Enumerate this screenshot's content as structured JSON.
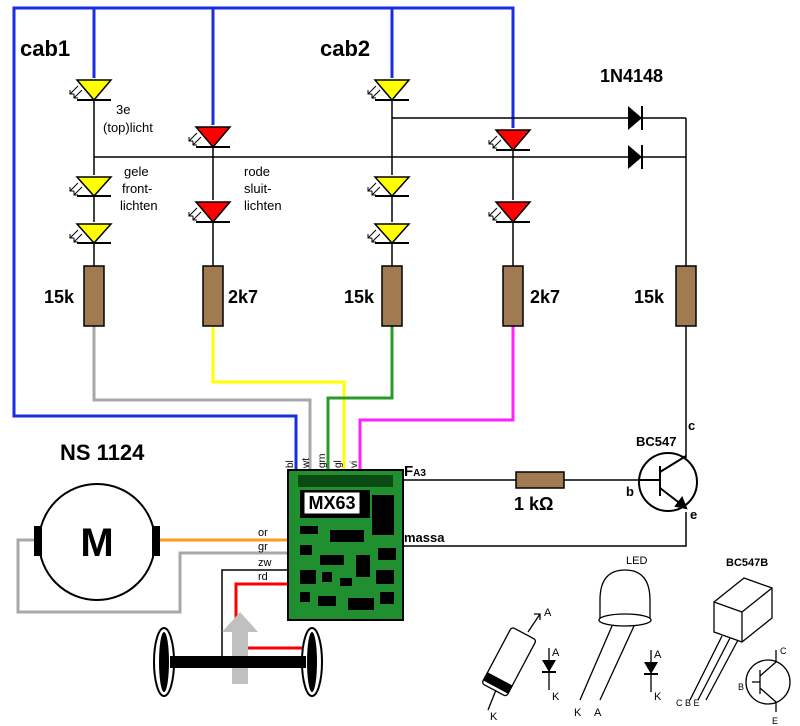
{
  "labels": {
    "cab1": "cab1",
    "cab2": "cab2",
    "diode_model": "1N4148",
    "top_light": [
      "3e",
      "(top)licht"
    ],
    "front_lights": [
      "gele",
      "front-",
      "lichten"
    ],
    "tail_lights": [
      "rode",
      "sluit-",
      "lichten"
    ],
    "r1": "15k",
    "r2": "2k7",
    "r3": "15k",
    "r4": "2k7",
    "r5": "15k",
    "locomotive": "NS 1124",
    "motor": "M",
    "transistor": "BC547",
    "transistor_c": "c",
    "transistor_b": "b",
    "transistor_e": "e",
    "base_resistor": "1 kΩ",
    "decoder": "MX63",
    "fa3_main": "F",
    "fa3_sub": "A3",
    "massa": "massa",
    "decoder_pins_top": [
      "bl",
      "wt",
      "grn",
      "gl",
      "vi"
    ],
    "decoder_pins_left": [
      "or",
      "gr",
      "zw",
      "rd"
    ]
  },
  "legend": {
    "diode_a": "A",
    "diode_k": "K",
    "diode_body_k": "K",
    "led_title": "LED",
    "led_k": "K",
    "led_a": "A",
    "led_sym_a": "A",
    "led_sym_k": "K",
    "transistor_title": "BC547B",
    "transistor_pins": "C B E",
    "transistor_c": "C",
    "transistor_b": "B",
    "transistor_e": "E"
  },
  "colors": {
    "blue_wire": "#1a2ee0",
    "red_wire": "#ff0000",
    "gray_wire": "#a8a8a8",
    "yellow_wire": "#ffff00",
    "green_wire": "#2a9a2a",
    "magenta_wire": "#ff22ff",
    "orange_wire": "#ff9a20",
    "resistor_fill": "#a07a50",
    "decoder_fill": "#1f8f2f",
    "yellow_led": "#ffff00",
    "red_led": "#ff0000"
  }
}
